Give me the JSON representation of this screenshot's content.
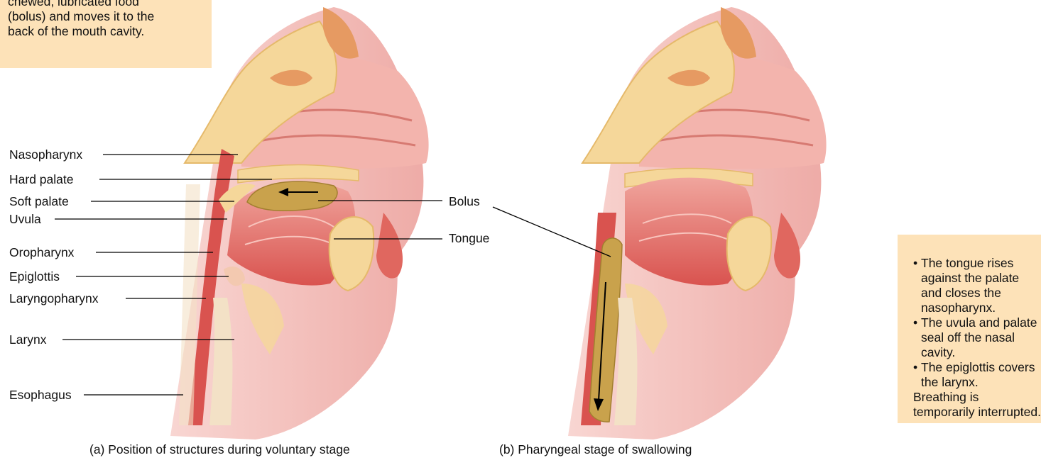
{
  "top_note": {
    "lines": [
      "chewed, lubricated food",
      "(bolus) and moves it to the",
      "back of the mouth cavity."
    ]
  },
  "right_note": {
    "bullets": [
      "The tongue rises against the palate and closes the nasopharynx.",
      "The uvula and palate seal off the nasal cavity.",
      "The epiglottis covers the larynx."
    ],
    "tail": "Breathing is temporarily interrupted."
  },
  "labels": {
    "nasopharynx": "Nasopharynx",
    "hard_palate": "Hard palate",
    "soft_palate": "Soft palate",
    "uvula": "Uvula",
    "oropharynx": "Oropharynx",
    "epiglottis": "Epiglottis",
    "laryngopharynx": "Laryngopharynx",
    "larynx": "Larynx",
    "esophagus": "Esophagus",
    "bolus": "Bolus",
    "tongue": "Tongue"
  },
  "captions": {
    "a": "(a) Position of structures during voluntary stage",
    "b": "(b) Pharyngeal stage of swallowing"
  },
  "colors": {
    "note_bg": "#fde2b8",
    "tissue": "#e98d86",
    "muscle": "#d9534f",
    "bone": "#f5d79a",
    "bolus": "#c9a24c"
  }
}
